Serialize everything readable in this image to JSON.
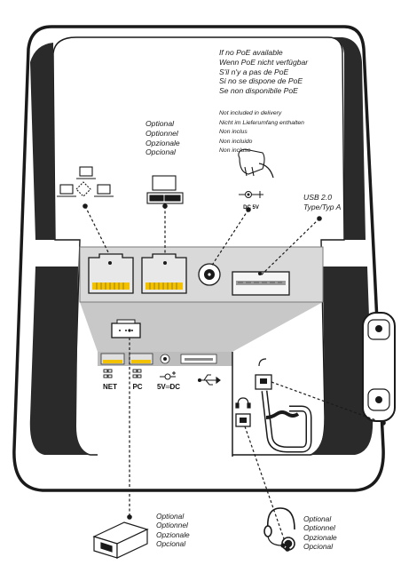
{
  "poe_note": [
    "If no PoE available",
    "Wenn PoE nicht verfügbar",
    "S'il n'y a pas de PoE",
    "Si no se dispone de PoE",
    "Se non disponibile PoE"
  ],
  "not_included_note": [
    "Not included in delivery",
    "Nicht im Lieferumfang enthalten",
    "Non inclus",
    "Non incluido",
    "Non incluso"
  ],
  "optional_pc": [
    "Optional",
    "Optionnel",
    "Opzionale",
    "Opcional"
  ],
  "optional_adapter": [
    "Optional",
    "Optionnel",
    "Opzionale",
    "Opcional"
  ],
  "optional_headset": [
    "Optional",
    "Optionnel",
    "Opzionale",
    "Opcional"
  ],
  "usb_label": [
    "USB 2.0",
    "Type/Typ A"
  ],
  "dc_label": "DC 5V",
  "ports": {
    "net": "NET",
    "pc": "PC",
    "power": "5V",
    "power_suffix": "DC"
  },
  "icons": [
    "network-icon",
    "pc-icon",
    "power-adapter-icon",
    "usb-icon",
    "handset-icon",
    "headset-icon",
    "ehs-adapter-icon"
  ]
}
